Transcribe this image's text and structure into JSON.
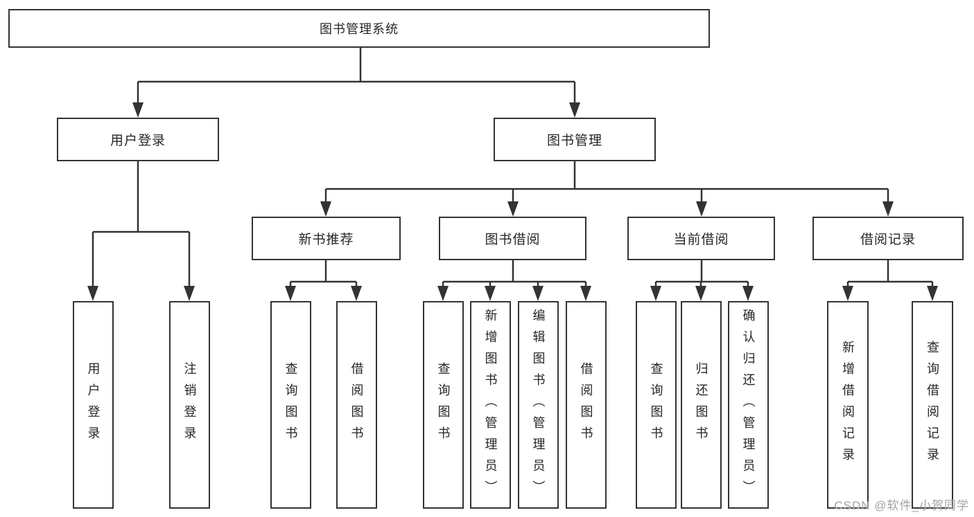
{
  "diagram": {
    "tree": {
      "root": {
        "label": "图书管理系统"
      },
      "branches": [
        {
          "label": "用户登录",
          "children": [
            {
              "label": "用户登录"
            },
            {
              "label": "注销登录"
            }
          ]
        },
        {
          "label": "图书管理",
          "children": [
            {
              "label": "新书推荐",
              "children": [
                {
                  "label": "查询图书"
                },
                {
                  "label": "借阅图书"
                }
              ]
            },
            {
              "label": "图书借阅",
              "children": [
                {
                  "label": "查询图书"
                },
                {
                  "label": "新增图书（管理员）"
                },
                {
                  "label": "编辑图书（管理员）"
                },
                {
                  "label": "借阅图书"
                }
              ]
            },
            {
              "label": "当前借阅",
              "children": [
                {
                  "label": "查询图书"
                },
                {
                  "label": "归还图书"
                },
                {
                  "label": "确认归还（管理员）"
                }
              ]
            },
            {
              "label": "借阅记录",
              "children": [
                {
                  "label": "新增借阅记录"
                },
                {
                  "label": "查询借阅记录"
                }
              ]
            }
          ]
        }
      ]
    },
    "colors": {
      "line": "#333333",
      "text": "#262626",
      "background": "#ffffff",
      "watermark": "#a2a2a2"
    }
  },
  "watermark": {
    "text": "CSDN @软件_小贺同学"
  }
}
